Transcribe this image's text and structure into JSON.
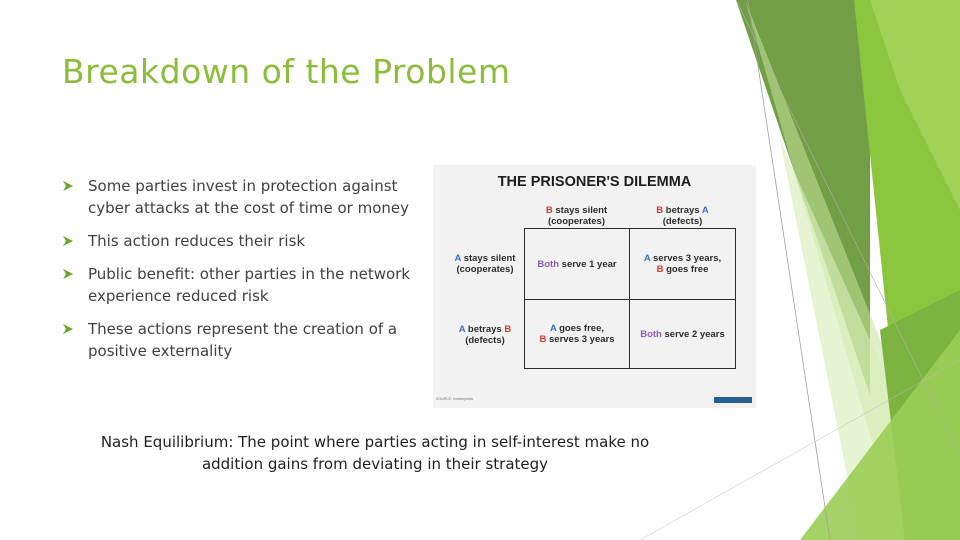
{
  "slide": {
    "title": "Breakdown of the Problem",
    "bullets": [
      "Some parties invest in protection against cyber attacks at the cost of time or money",
      "This action reduces their risk",
      "Public benefit: other parties in the network experience reduced risk",
      "These actions represent the creation of a positive externality"
    ],
    "note": "Nash Equilibrium: The point where parties acting in self-interest make no addition gains from deviating in their strategy"
  },
  "figure": {
    "title": "THE PRISONER'S DILEMMA",
    "col_headers": [
      {
        "who": "B",
        "action": " stays silent",
        "sub": "(cooperates)"
      },
      {
        "who": "B",
        "action": " betrays ",
        "who2": "A",
        "sub": "(defects)"
      }
    ],
    "row_headers": [
      {
        "who": "A",
        "action": " stays silent",
        "sub": "(cooperates)"
      },
      {
        "who": "A",
        "action": " betrays ",
        "who2": "B",
        "sub": "(defects)"
      }
    ],
    "cells": {
      "r1c1": {
        "who": "Both",
        "text": " serve 1 year"
      },
      "r1c2": {
        "a": "A",
        "a_text": " serves 3 years,",
        "b": "B",
        "b_text": " goes free"
      },
      "r2c1": {
        "a": "A",
        "a_text": " goes free,",
        "b": "B",
        "b_text": " serves 3 years"
      },
      "r2c2": {
        "who": "Both",
        "text": " serve 2 years"
      }
    },
    "source_label": "SOURCE: Investopedia"
  },
  "colors": {
    "title": "#8cbd3a",
    "player_a": "#3a73c6",
    "player_b": "#d9382b",
    "both": "#8e5ac0"
  }
}
